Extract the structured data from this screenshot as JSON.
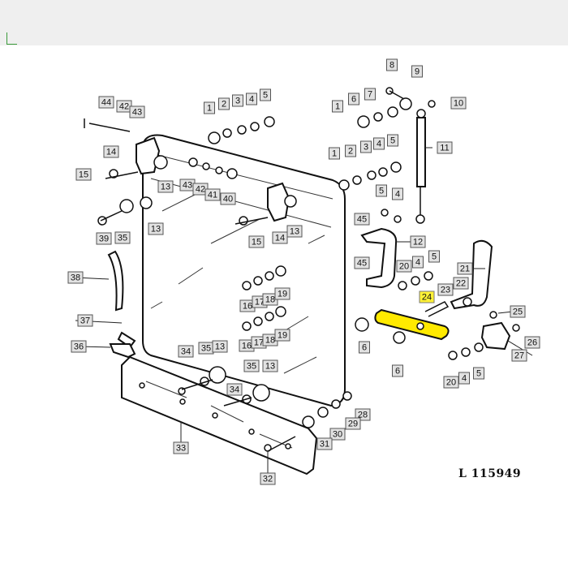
{
  "reference_code": "L 115949",
  "callouts": [
    "1",
    "2",
    "3",
    "4",
    "5",
    "6",
    "7",
    "8",
    "9",
    "10",
    "11",
    "12",
    "13",
    "14",
    "15",
    "16",
    "17",
    "18",
    "19",
    "20",
    "21",
    "22",
    "23",
    "24",
    "25",
    "26",
    "27",
    "28",
    "29",
    "30",
    "31",
    "32",
    "33",
    "34",
    "35",
    "36",
    "37",
    "38",
    "39",
    "40",
    "41",
    "42",
    "43",
    "44",
    "45"
  ],
  "highlighted_part": "24",
  "colors": {
    "highlight": "#fff236",
    "callout_box": "#e2e2e2",
    "line": "#111111"
  }
}
